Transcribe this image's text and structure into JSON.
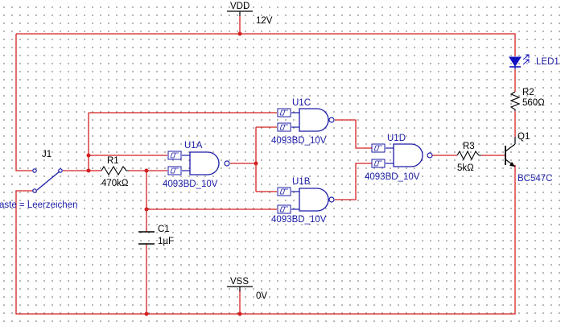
{
  "colors": {
    "wire": "#d42020",
    "component": "#1c1ca8",
    "text": "#000000",
    "led": "#1010c0",
    "grid_dots": "#555555"
  },
  "power": {
    "vdd": {
      "name": "VDD",
      "value": "12V"
    },
    "vss": {
      "name": "VSS",
      "value": "0V"
    }
  },
  "switch": {
    "ref": "J1",
    "key": "Taste = Leerzeichen",
    "visible_key": "aste = Leerzeichen"
  },
  "resistors": {
    "r1": {
      "ref": "R1",
      "value": "470kΩ"
    },
    "r2": {
      "ref": "R2",
      "value": "560Ω"
    },
    "r3": {
      "ref": "R3",
      "value": "5kΩ"
    }
  },
  "capacitor": {
    "ref": "C1",
    "value": "1µF"
  },
  "led": {
    "ref": "LED1"
  },
  "transistor": {
    "ref": "Q1",
    "model": "BC547C"
  },
  "gates": {
    "u1a": {
      "ref": "U1A",
      "part": "4093BD_10V"
    },
    "u1b": {
      "ref": "U1B",
      "part": "4093BD_10V"
    },
    "u1c": {
      "ref": "U1C",
      "part": "4093BD_10V"
    },
    "u1d": {
      "ref": "U1D",
      "part": "4093BD_10V"
    }
  }
}
